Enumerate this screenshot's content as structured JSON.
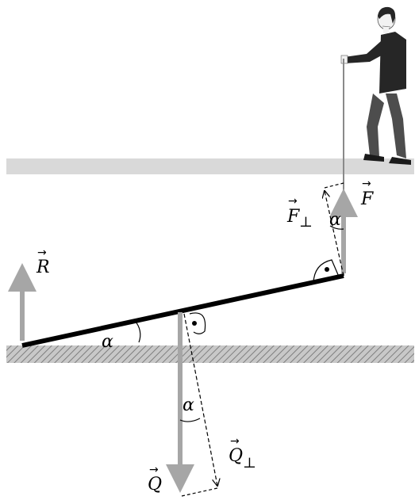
{
  "labels": {
    "R": "R",
    "F": "F",
    "F_perp": "F",
    "perp_symbol": "⊥",
    "Q": "Q",
    "Q_perp": "Q",
    "alpha": "α"
  },
  "colors": {
    "background": "#ffffff",
    "upper_floor": "#d9d9d9",
    "hatch_base": "#c8c8c8",
    "hatch_lines": "#7f7f7f",
    "force_arrow": "#a6a6a6",
    "board": "#000000",
    "person_dark": "#262626",
    "person_mid": "#4d4d4d",
    "skin": "#f2f2f2"
  },
  "icons": {
    "person": "person-lifting-icon",
    "right_angle_dot": "right-angle-icon"
  }
}
